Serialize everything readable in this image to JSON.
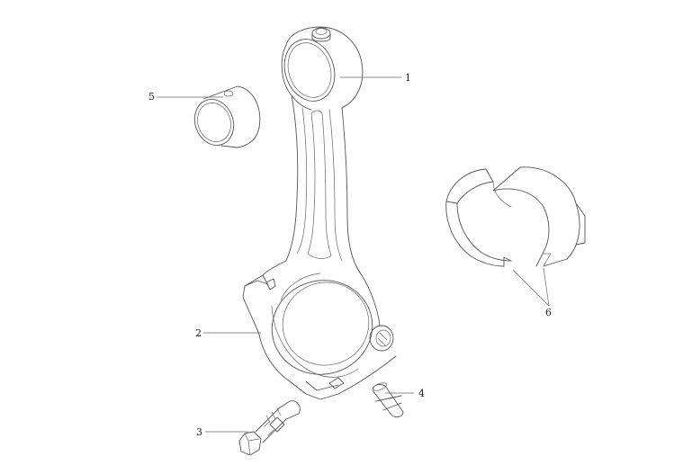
{
  "callouts": {
    "c1": "1",
    "c2": "2",
    "c3": "3",
    "c4": "4",
    "c5": "5",
    "c6": "6"
  },
  "parts": {
    "p1": "connecting-rod",
    "p2": "connecting-rod-cap",
    "p3": "cap-bolt",
    "p4": "dowel-pin",
    "p5": "small-end-bushing",
    "p6": "big-end-bearing-shells"
  },
  "colors": {
    "line": "#555555",
    "background": "#ffffff"
  }
}
